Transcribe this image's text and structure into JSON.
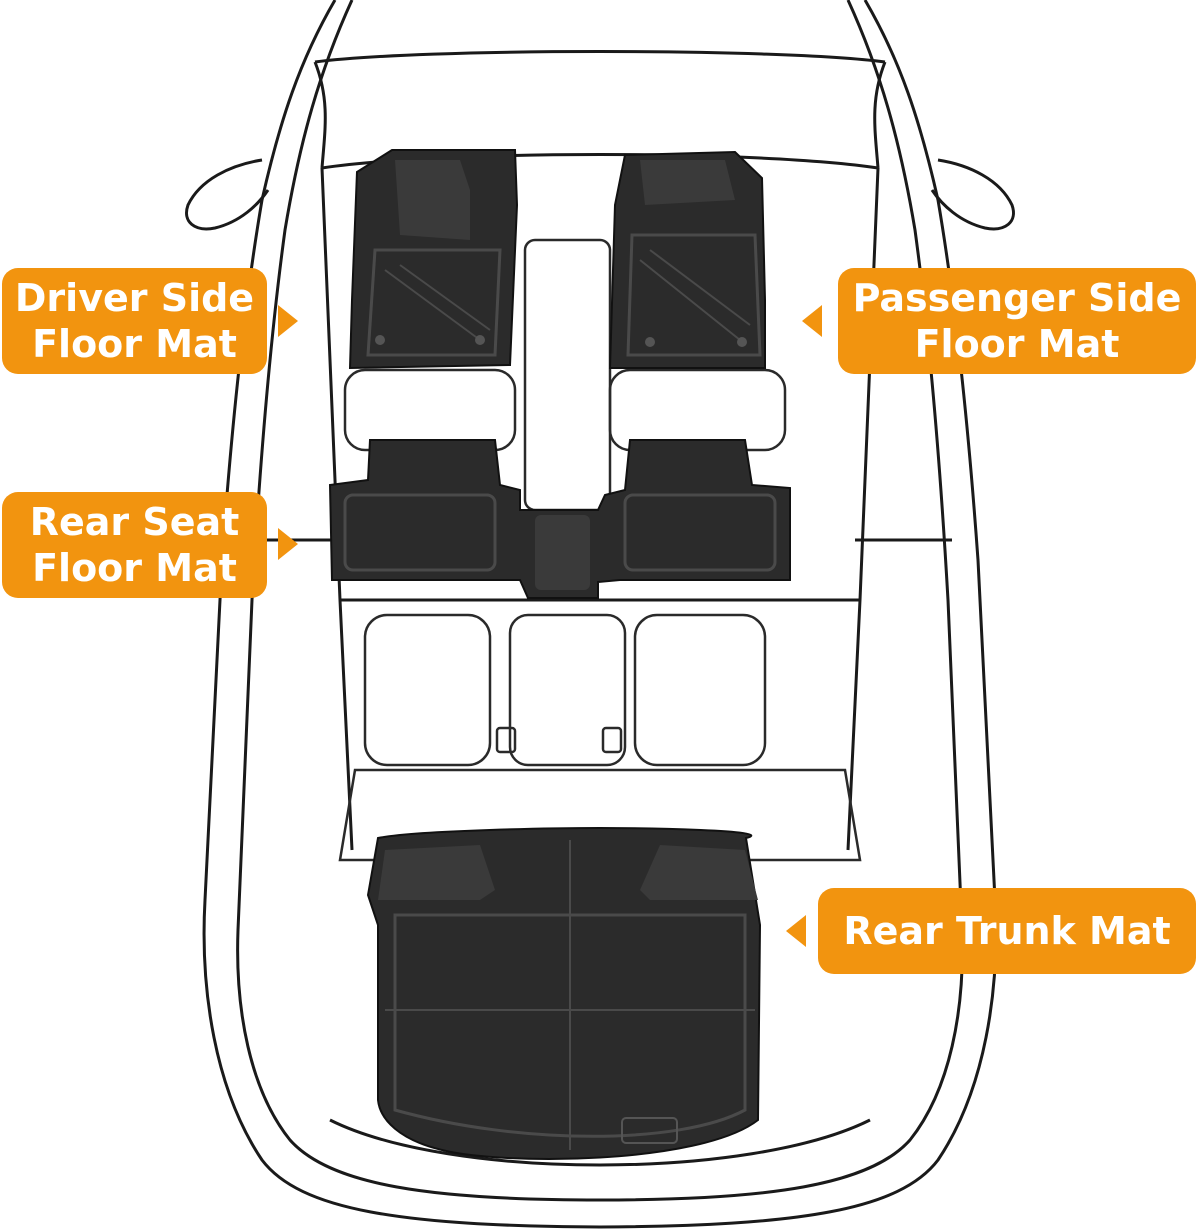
{
  "labels": {
    "driver": {
      "line1": "Driver Side",
      "line2": "Floor Mat"
    },
    "passenger": {
      "line1": "Passenger Side",
      "line2": "Floor Mat"
    },
    "rear_seat": {
      "line1": "Rear Seat",
      "line2": "Floor Mat"
    },
    "trunk": {
      "line1": "Rear Trunk Mat"
    }
  },
  "colors": {
    "callout": "#F2940F",
    "mat": "#2b2b2b",
    "outline": "#1a1a1a"
  }
}
